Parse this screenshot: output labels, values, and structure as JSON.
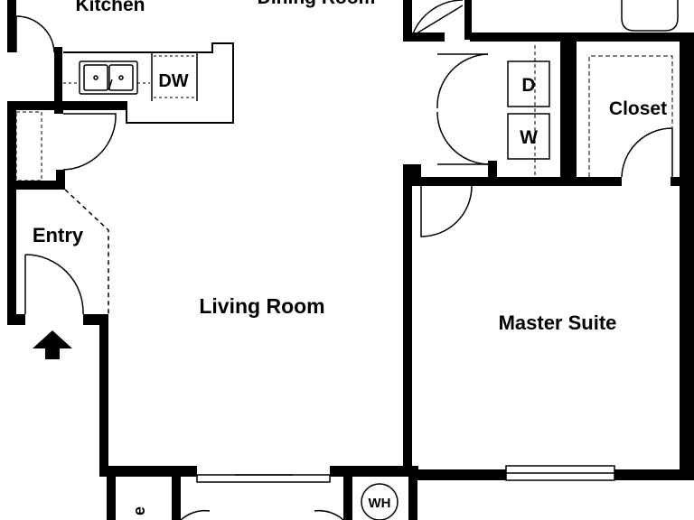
{
  "rooms": {
    "kitchen": "Kitchen",
    "dining": "Dining Room",
    "entry": "Entry",
    "living": "Living Room",
    "master": "Master Suite",
    "closet": "Closet",
    "bottom_partial": "e"
  },
  "fixtures": {
    "dishwasher": "DW",
    "dryer": "D",
    "washer": "W",
    "water_heater": "WH"
  },
  "icons": {
    "entry_arrow": "entry-arrow-icon"
  },
  "colors": {
    "wall": "#000000",
    "background": "#ffffff"
  }
}
